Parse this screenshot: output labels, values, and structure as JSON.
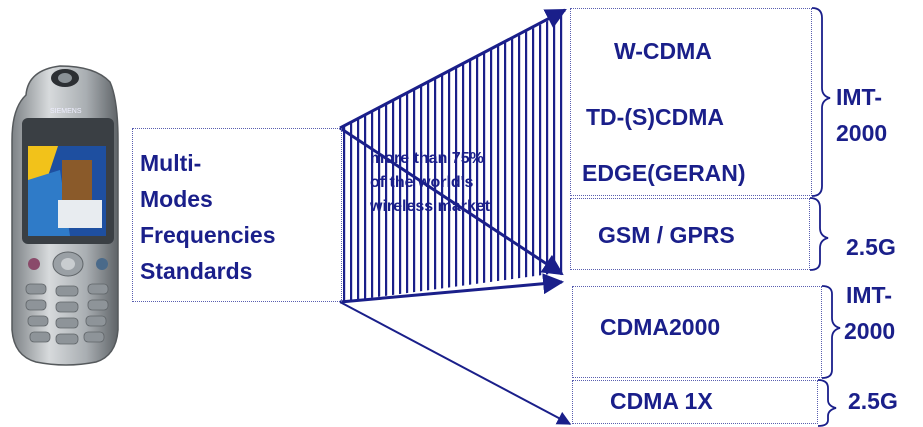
{
  "colors": {
    "text": "#1a1f8a",
    "arrow": "#1a1f8a",
    "hatch": "#1a1f8a",
    "box_border": "#5a5fb0"
  },
  "phone": {
    "icon": "mobile-phone-icon",
    "brand": "SIEMENS"
  },
  "features": {
    "line1": "Multi-",
    "line2": "Modes",
    "line3": "Frequencies",
    "line4": "Standards"
  },
  "market_note": {
    "line1": "more than 75%",
    "line2": "of the world's",
    "line3": "wireless market"
  },
  "standards": {
    "wcdma": "W-CDMA",
    "tdscdma": "TD-(S)CDMA",
    "edge": "EDGE(GERAN)",
    "gsm": "GSM / GPRS",
    "cdma2000": "CDMA2000",
    "cdma1x": "CDMA 1X"
  },
  "groups": {
    "imt_top_1": "IMT-",
    "imt_top_2": "2000",
    "g25_top": "2.5G",
    "imt_bot_1": "IMT-",
    "imt_bot_2": "2000",
    "g25_bot": "2.5G"
  }
}
